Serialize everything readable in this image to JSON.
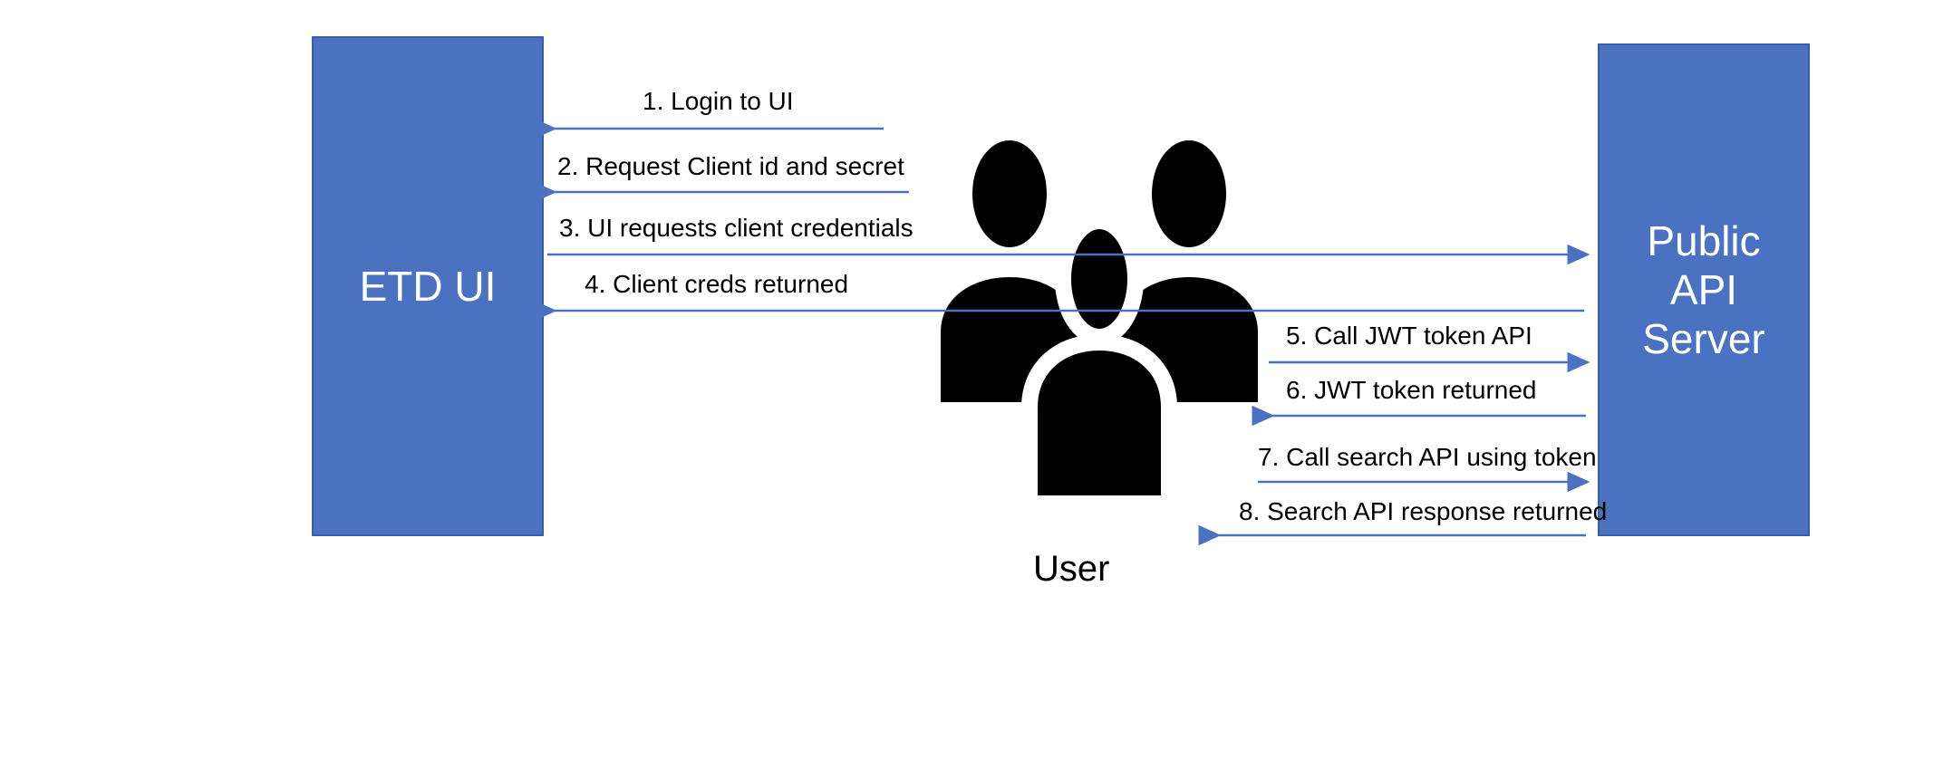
{
  "diagram": {
    "title": "ETD UI to Public API Server authentication and search sequence",
    "background_color": "#FFFFFF",
    "node_fill_color": "#4A72C0",
    "node_border_color": "#3A5FA8",
    "node_text_color": "#FFFFFF",
    "arrow_color": "#4A72C0",
    "label_text_color": "#000000"
  },
  "nodes": {
    "left": {
      "id": "etd-ui",
      "label": "ETD UI"
    },
    "right": {
      "id": "public-api-server",
      "label_line1": "Public",
      "label_line2": "API",
      "label_line3": "Server"
    }
  },
  "actor": {
    "id": "user",
    "label": "User",
    "icon": "people-group-icon"
  },
  "messages": [
    {
      "seq": 1,
      "label": "1. Login to UI",
      "from": "user",
      "to": "etd-ui",
      "direction": "left"
    },
    {
      "seq": 2,
      "label": "2. Request Client id and secret",
      "from": "user",
      "to": "etd-ui",
      "direction": "left"
    },
    {
      "seq": 3,
      "label": "3. UI requests client credentials",
      "from": "etd-ui",
      "to": "public-api-server",
      "direction": "right"
    },
    {
      "seq": 4,
      "label": "4. Client creds returned",
      "from": "public-api-server",
      "to": "etd-ui",
      "direction": "left"
    },
    {
      "seq": 5,
      "label": "5. Call JWT token API",
      "from": "user",
      "to": "public-api-server",
      "direction": "right"
    },
    {
      "seq": 6,
      "label": "6. JWT token returned",
      "from": "public-api-server",
      "to": "user",
      "direction": "left"
    },
    {
      "seq": 7,
      "label": "7. Call search API using token",
      "from": "user",
      "to": "public-api-server",
      "direction": "right"
    },
    {
      "seq": 8,
      "label": "8. Search API response returned",
      "from": "public-api-server",
      "to": "user",
      "direction": "left"
    }
  ]
}
